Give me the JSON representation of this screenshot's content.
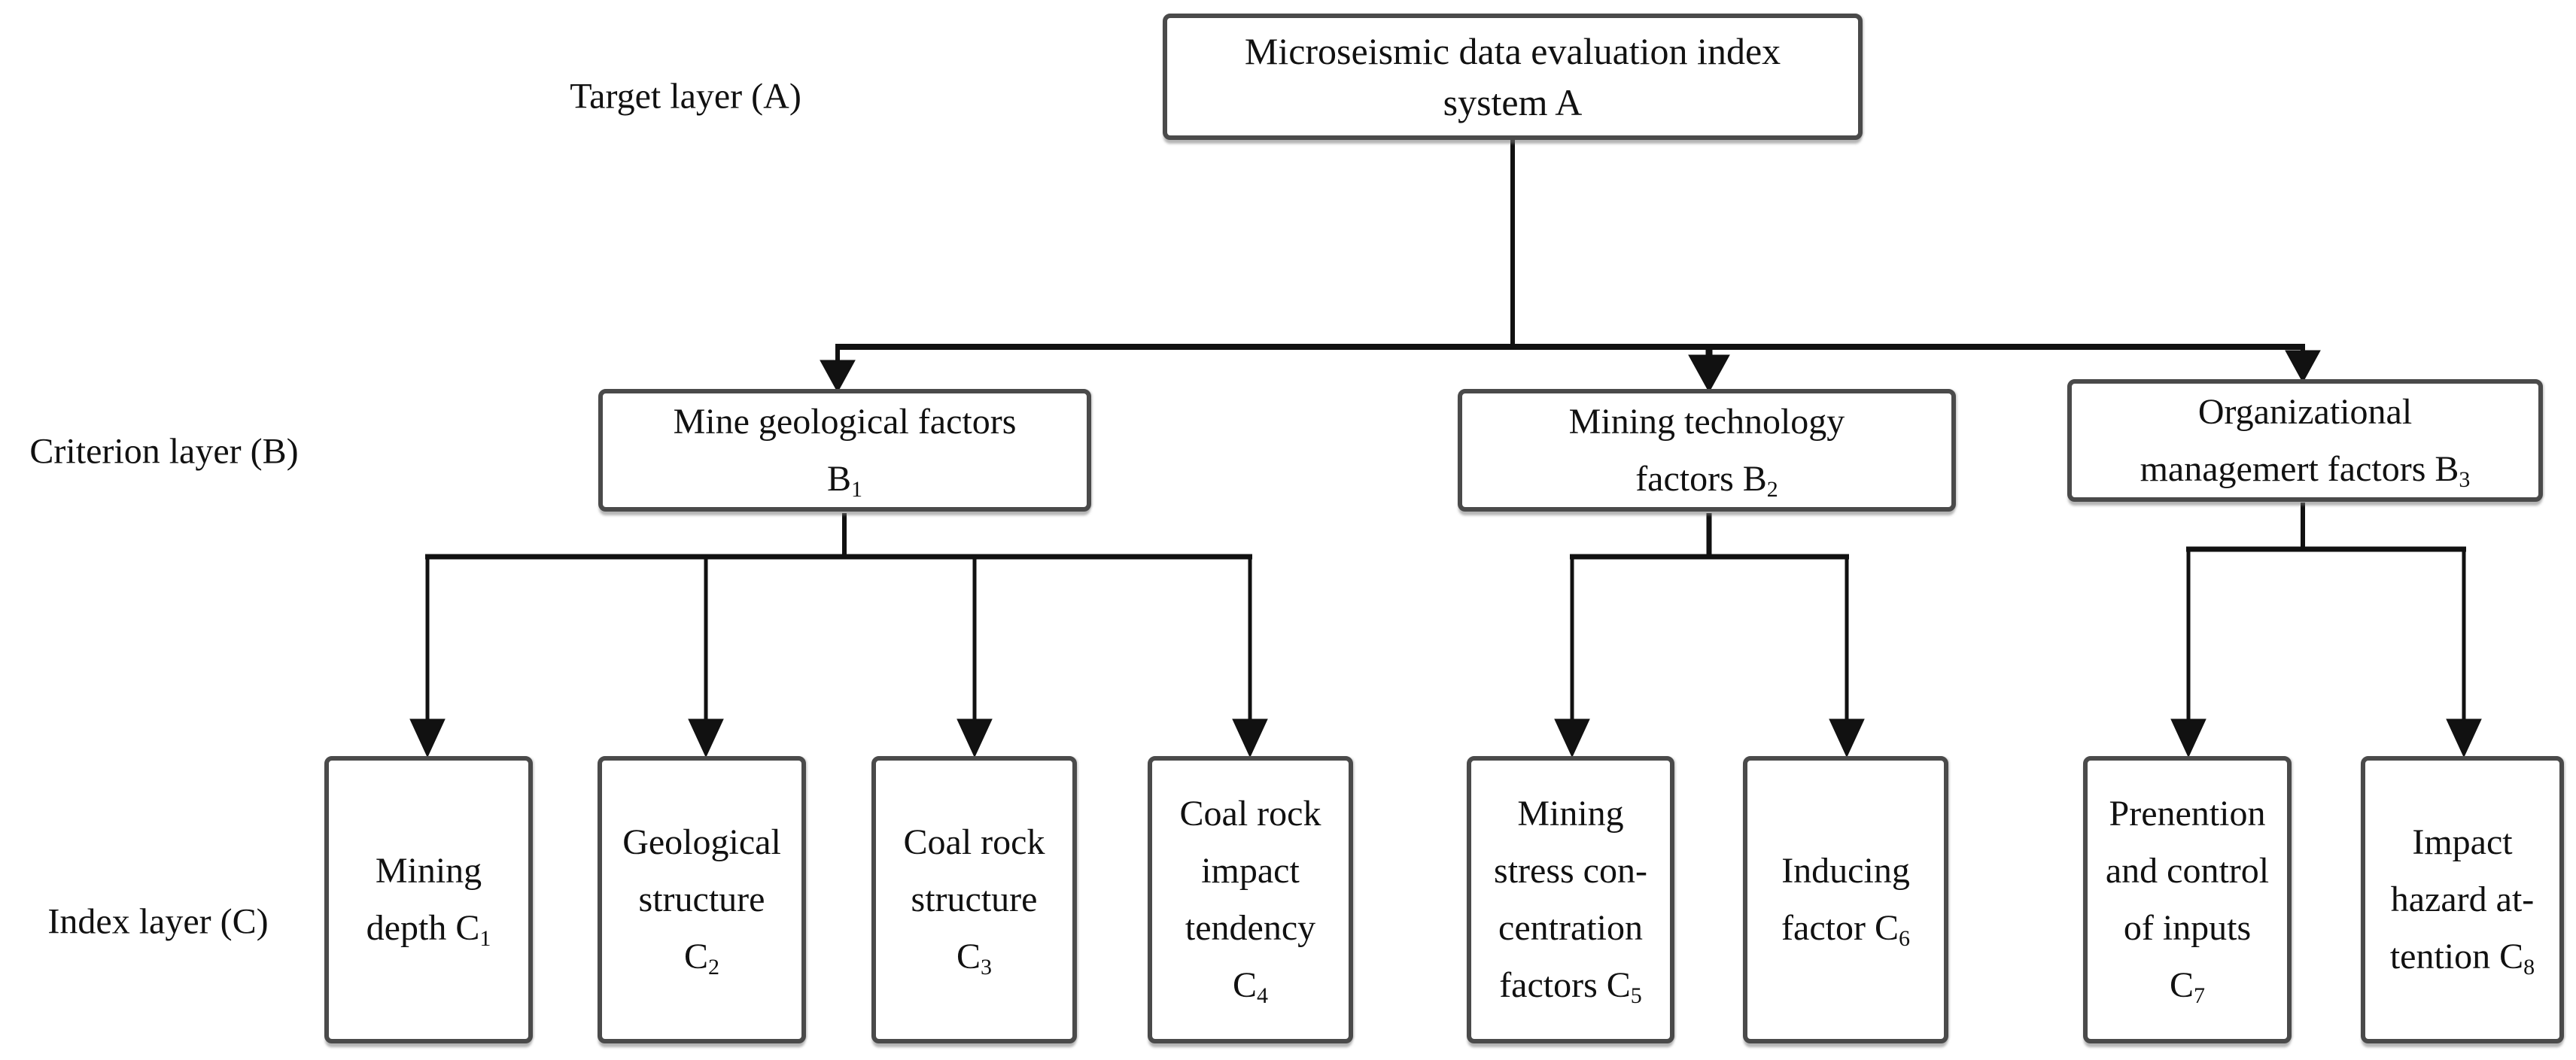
{
  "title": "Microseismic data evaluation index system hierarchy diagram",
  "colors": {
    "background": "#ffffff",
    "box_border": "#4a4a4a",
    "line": "#111111",
    "text": "#111111"
  },
  "labels": {
    "target": "Target layer (A)",
    "criterion": "Criterion layer (B)",
    "index": "Index layer (C)"
  },
  "nodes": {
    "a": {
      "id": "A",
      "lines": [
        {
          "t": "Microseismic data evaluation index"
        },
        {
          "t": "system A"
        }
      ]
    },
    "b1": {
      "id": "B1",
      "lines": [
        {
          "t": "Mine geological factors"
        },
        {
          "t": "B",
          "s": "1"
        }
      ]
    },
    "b2": {
      "id": "B2",
      "lines": [
        {
          "t": "Mining technology"
        },
        {
          "t": "factors B",
          "s": "2"
        }
      ]
    },
    "b3": {
      "id": "B3",
      "lines": [
        {
          "t": "Organizational"
        },
        {
          "t": "managemert factors B",
          "s": "3"
        }
      ]
    },
    "c1": {
      "id": "C1",
      "lines": [
        {
          "t": "Mining"
        },
        {
          "t": "depth C",
          "s": "1"
        }
      ]
    },
    "c2": {
      "id": "C2",
      "lines": [
        {
          "t": "Geological"
        },
        {
          "t": "structure"
        },
        {
          "t": "C",
          "s": "2"
        }
      ]
    },
    "c3": {
      "id": "C3",
      "lines": [
        {
          "t": "Coal rock"
        },
        {
          "t": "structure"
        },
        {
          "t": "C",
          "s": "3"
        }
      ]
    },
    "c4": {
      "id": "C4",
      "lines": [
        {
          "t": "Coal rock"
        },
        {
          "t": "impact"
        },
        {
          "t": "tendency"
        },
        {
          "t": "C",
          "s": "4"
        }
      ]
    },
    "c5": {
      "id": "C5",
      "lines": [
        {
          "t": "Mining"
        },
        {
          "t": "stress con-"
        },
        {
          "t": "centration"
        },
        {
          "t": "factors C",
          "s": "5"
        }
      ]
    },
    "c6": {
      "id": "C6",
      "lines": [
        {
          "t": "Inducing"
        },
        {
          "t": "factor C",
          "s": "6"
        }
      ]
    },
    "c7": {
      "id": "C7",
      "lines": [
        {
          "t": "Prenention"
        },
        {
          "t": "and control"
        },
        {
          "t": "of inputs"
        },
        {
          "t": "C",
          "s": "7"
        }
      ]
    },
    "c8": {
      "id": "C8",
      "lines": [
        {
          "t": "Impact"
        },
        {
          "t": "hazard at-"
        },
        {
          "t": "tention C",
          "s": "8"
        }
      ]
    }
  },
  "hierarchy": {
    "A": [
      "B1",
      "B2",
      "B3"
    ],
    "B1": [
      "C1",
      "C2",
      "C3",
      "C4"
    ],
    "B2": [
      "C5",
      "C6"
    ],
    "B3": [
      "C7",
      "C8"
    ]
  }
}
